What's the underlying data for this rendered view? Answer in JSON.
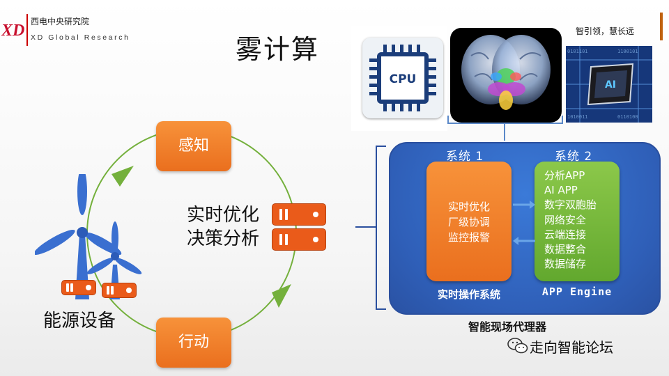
{
  "header": {
    "org_cn": "西电中央研究院",
    "org_en": "XD Global Research",
    "logo_text": "XD",
    "title": "雾计算",
    "slogan": "智引领，慧长远"
  },
  "images": {
    "cpu_chip_label": "CPU",
    "ai_chip_label": "AI"
  },
  "cycle": {
    "sense": "感知",
    "decision_line1": "实时优化",
    "decision_line2": "决策分析",
    "act": "行动",
    "energy": "能源设备"
  },
  "agent": {
    "system1_title": "系统 1",
    "system2_title": "系统 2",
    "system1_items": [
      "实时优化",
      "厂级协调",
      "监控报警"
    ],
    "system2_items": [
      "分析APP",
      "AI APP",
      "数字双胞胎",
      "网络安全",
      "云端连接",
      "数据整合",
      "数据储存"
    ],
    "system1_caption": "实时操作系统",
    "system2_caption": "APP Engine",
    "label": "智能现场代理器"
  },
  "footer": {
    "wechat": "走向智能论坛"
  },
  "colors": {
    "orange": "#ea6f1e",
    "green": "#62a82e",
    "blue_panel": "#2f5fb8",
    "server_red": "#ea5b1a",
    "cycle_green": "#74b03c",
    "turbine_blue": "#3a6fd0"
  }
}
